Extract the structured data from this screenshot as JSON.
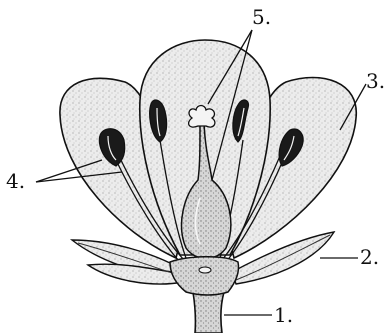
{
  "diagram": {
    "labels": [
      {
        "id": "label-1",
        "text": "1."
      },
      {
        "id": "label-2",
        "text": "2."
      },
      {
        "id": "label-3",
        "text": "3."
      },
      {
        "id": "label-4",
        "text": "4."
      },
      {
        "id": "label-5",
        "text": "5."
      }
    ]
  },
  "colors": {
    "ink": "#111111",
    "petal_fill": "#e9e9e9",
    "pistil_fill": "#dedede",
    "sepal_fill": "#dcdcdc",
    "stem_fill": "#cfcfcf"
  }
}
